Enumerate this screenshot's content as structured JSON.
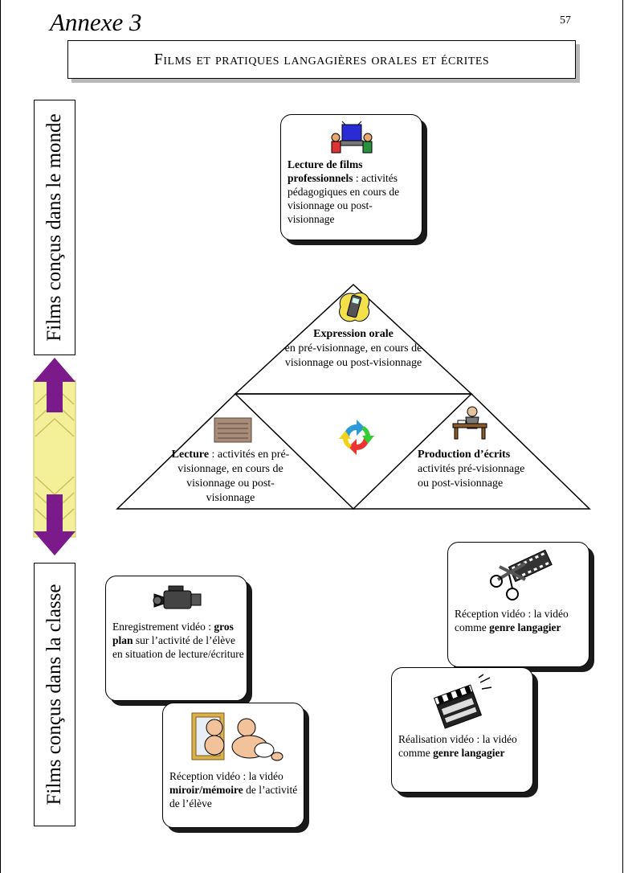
{
  "header": {
    "annexe": "Annexe 3",
    "page_number": "57",
    "title": "Films et pratiques langagières orales et écrites"
  },
  "side_labels": {
    "top": "Films conçus dans le monde",
    "bottom": "Films conçus dans la classe"
  },
  "top_card": {
    "bold": "Lecture de films professionnels",
    "rest1": " :",
    "rest2": "activités pédagogiques en cours de visionnage ou post-visionnage"
  },
  "pyramid": {
    "top_title": "Expression orale",
    "top_text": "en pré-visionnage, en cours de visionnage ou post-visionnage",
    "left_title": "Lecture",
    "left_text": " : activités en pré-visionnage, en cours de visionnage ou post-visionnage",
    "right_title": "Production d’écrits",
    "right_text": "activités pré-visionnage ou post-visionnage"
  },
  "cards": {
    "enregistrement": {
      "text1": "Enregistrement vidéo :",
      "bold": "gros plan",
      "text2": " sur l’activité de l’élève en situation de lecture/écriture"
    },
    "reception_miroir": {
      "text1": "Réception vidéo : la vidéo ",
      "bold": "miroir/mémoire",
      "text2": " de l’activité de l’élève"
    },
    "reception_genre": {
      "text1": "Réception vidéo : la vidéo comme ",
      "bold": "genre langagier"
    },
    "realisation": {
      "text1": "Réalisation vidéo : la vidéo comme ",
      "bold": "genre langagier"
    }
  },
  "icons": [
    "computer-users-icon",
    "mobile-phone-icon",
    "tablet-stone-icon",
    "writer-at-desk-icon",
    "recycle-arrows-icon",
    "video-camera-icon",
    "babies-mirror-icon",
    "film-scissors-icon",
    "clapperboard-icon",
    "double-arrow-icon"
  ],
  "colors": {
    "arrow": "#7b1a8a",
    "arrow_bg": "#f4f09a",
    "shadow": "#1a1a1a"
  }
}
